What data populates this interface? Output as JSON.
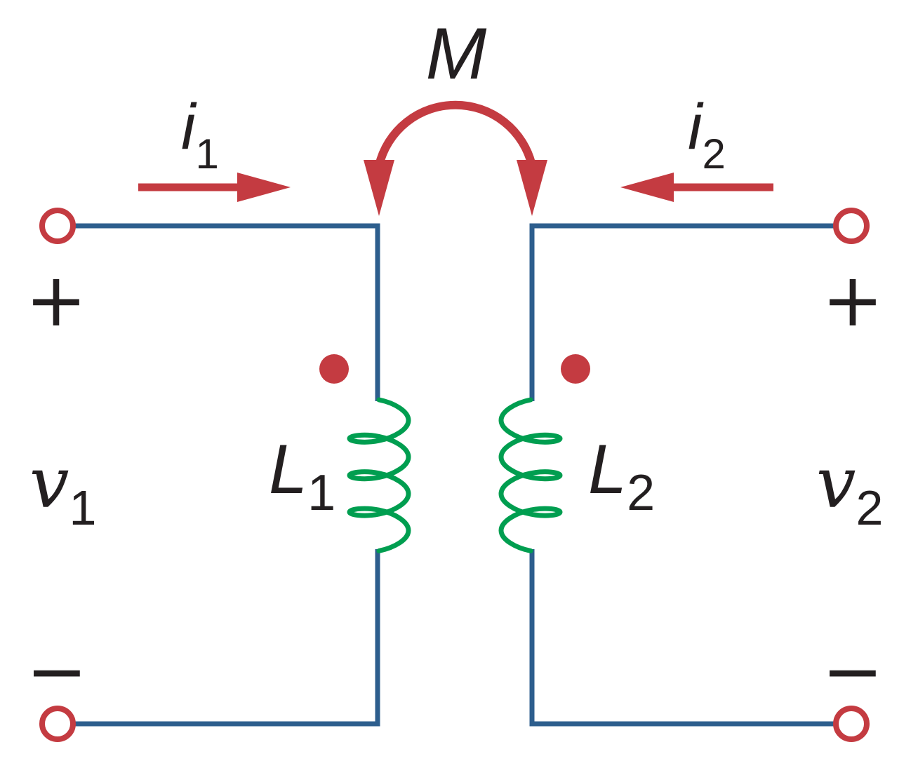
{
  "diagram": {
    "mutual": {
      "label": "M"
    },
    "current1": {
      "base": "i",
      "sub": "1"
    },
    "current2": {
      "base": "i",
      "sub": "2"
    },
    "inductor1": {
      "base": "L",
      "sub": "1"
    },
    "inductor2": {
      "base": "L",
      "sub": "2"
    },
    "voltage1": {
      "base": "v",
      "sub": "1"
    },
    "voltage2": {
      "base": "v",
      "sub": "2"
    },
    "plus_sign": "+",
    "minus_sign": "−",
    "colors": {
      "wire_blue": "#2d5e8d",
      "accent_red": "#c43b41",
      "coil_green": "#009e50",
      "text_black": "#231f20"
    }
  }
}
